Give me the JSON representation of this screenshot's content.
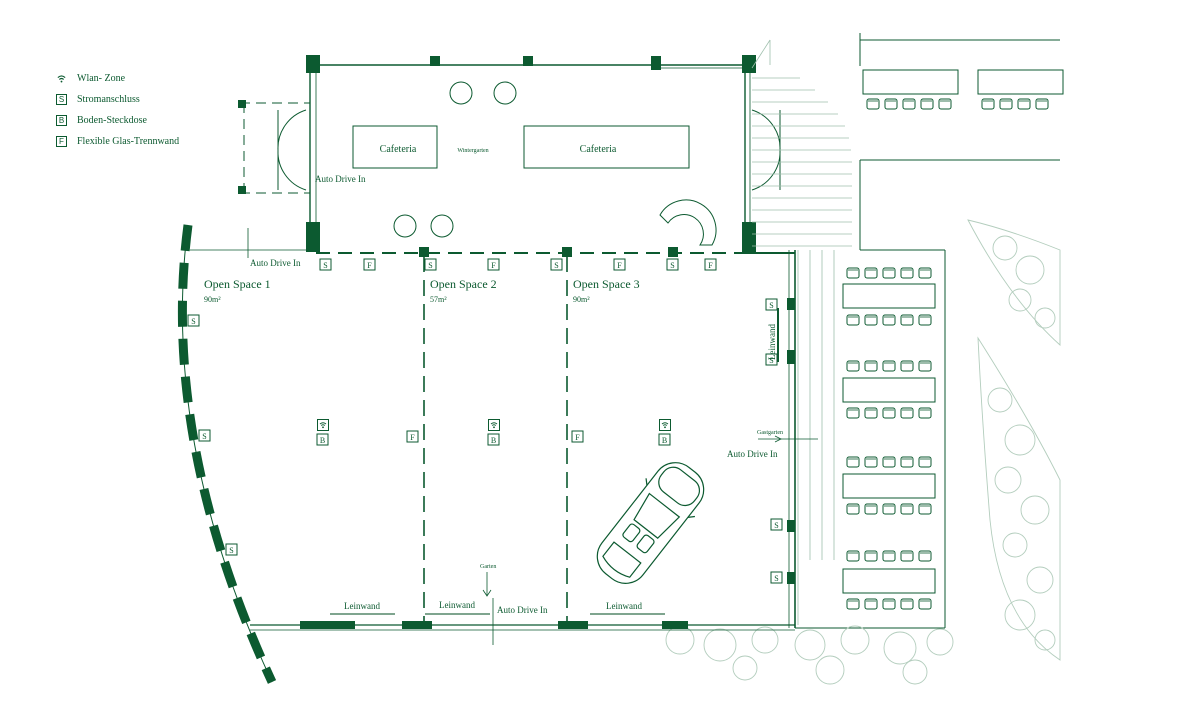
{
  "legend": [
    {
      "icon": "wifi-icon",
      "symbol": "",
      "label": "Wlan- Zone"
    },
    {
      "icon": "socket-icon",
      "symbol": "S",
      "label": "Stromanschluss"
    },
    {
      "icon": "floor-socket-icon",
      "symbol": "B",
      "label": "Boden-Steckdose"
    },
    {
      "icon": "glass-wall-icon",
      "symbol": "F",
      "label": "Flexible  Glas-Trennwand"
    }
  ],
  "rooms": {
    "cafeteria_left": "Cafeteria",
    "wintergarten": "Wintergarten",
    "cafeteria_right": "Cafeteria",
    "open_space_1": {
      "name": "Open Space 1",
      "area": "90m²"
    },
    "open_space_2": {
      "name": "Open Space 2",
      "area": "57m²"
    },
    "open_space_3": {
      "name": "Open Space 3",
      "area": "90m²"
    }
  },
  "labels": {
    "auto_drive_in_top": "Auto Drive In",
    "auto_drive_in_left": "Auto Drive In",
    "auto_drive_in_right": "Auto Drive In",
    "auto_drive_in_bottom": "Auto Drive In",
    "gastgarten": "Gastgarten",
    "garten": "Garten",
    "leinwand_1": "Leinwand",
    "leinwand_2": "Leinwand",
    "leinwand_3": "Leinwand",
    "leinwand_side": "Leinwand"
  },
  "symbols": {
    "S": "S",
    "F": "F",
    "B": "B"
  },
  "colors": {
    "primary": "#0c5a30",
    "light": "#7fa58f",
    "background": "#ffffff"
  }
}
